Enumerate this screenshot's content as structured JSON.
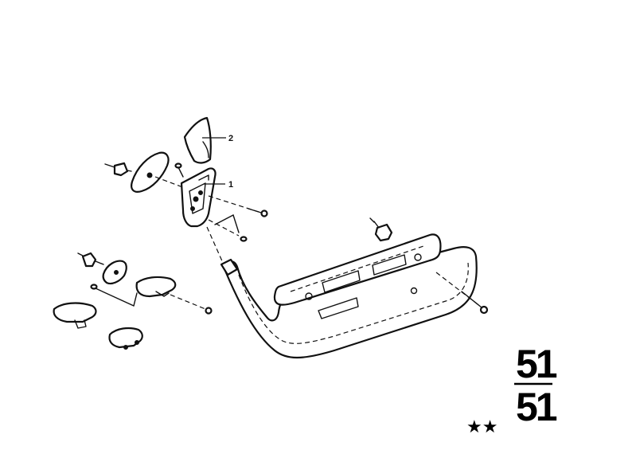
{
  "callouts": {
    "part_1": "1",
    "part_2": "2"
  },
  "group": {
    "main_group": "51",
    "sub_group": "51"
  },
  "rating": "★★",
  "colors": {
    "ink": "#111111",
    "paper": "#ffffff"
  }
}
